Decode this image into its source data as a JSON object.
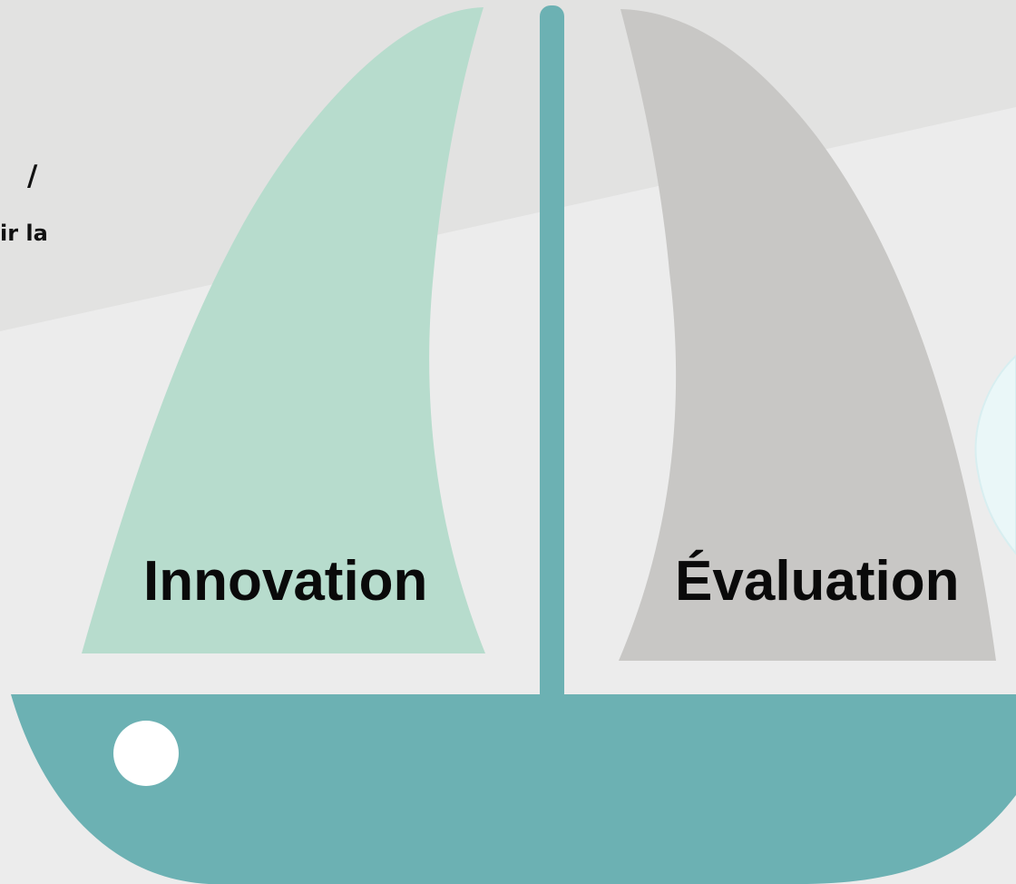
{
  "background_text": {
    "line1": "/",
    "line2": "ir la"
  },
  "sails": {
    "left_label": "Innovation",
    "right_label": "Évaluation"
  },
  "colors": {
    "page_background": "#ececec",
    "diagonal_band": "#e2e2e1",
    "left_sail": "#b7dccd",
    "right_sail": "#c8c7c5",
    "hull_and_mast": "#6cb1b3",
    "porthole": "#ffffff",
    "right_edge_shape": "#eaf7f8"
  }
}
